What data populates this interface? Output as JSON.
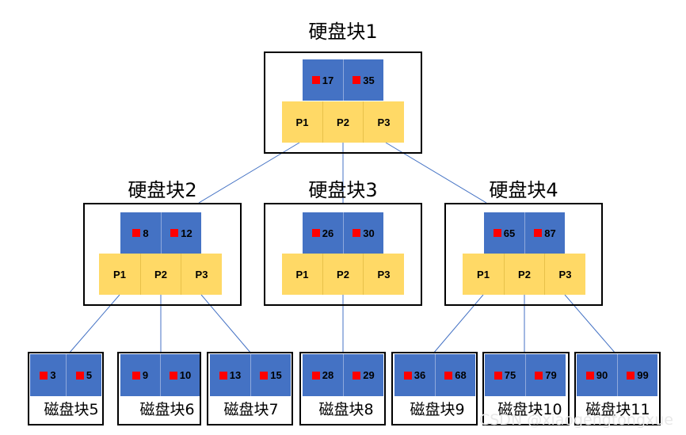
{
  "colors": {
    "key": "#4472C4",
    "pointer": "#FFD966",
    "marker": "#FF0000",
    "edge": "#4472C4"
  },
  "root": {
    "title": "硬盘块1",
    "keys": [
      "17",
      "35"
    ],
    "pointers": [
      "P1",
      "P2",
      "P3"
    ]
  },
  "level2": [
    {
      "title": "硬盘块2",
      "keys": [
        "8",
        "12"
      ],
      "pointers": [
        "P1",
        "P2",
        "P3"
      ]
    },
    {
      "title": "硬盘块3",
      "keys": [
        "26",
        "30"
      ],
      "pointers": [
        "P1",
        "P2",
        "P3"
      ]
    },
    {
      "title": "硬盘块4",
      "keys": [
        "65",
        "87"
      ],
      "pointers": [
        "P1",
        "P2",
        "P3"
      ]
    }
  ],
  "leaves": [
    {
      "title": "磁盘块5",
      "keys": [
        "3",
        "5"
      ]
    },
    {
      "title": "磁盘块6",
      "keys": [
        "9",
        "10"
      ]
    },
    {
      "title": "磁盘块7",
      "keys": [
        "13",
        "15"
      ]
    },
    {
      "title": "磁盘块8",
      "keys": [
        "28",
        "29"
      ]
    },
    {
      "title": "磁盘块9",
      "keys": [
        "36",
        "68"
      ]
    },
    {
      "title": "磁盘块10",
      "keys": [
        "75",
        "79"
      ]
    },
    {
      "title": "磁盘块11",
      "keys": [
        "90",
        "99"
      ]
    }
  ],
  "watermark": "CSDN @xiaogengtongxue"
}
